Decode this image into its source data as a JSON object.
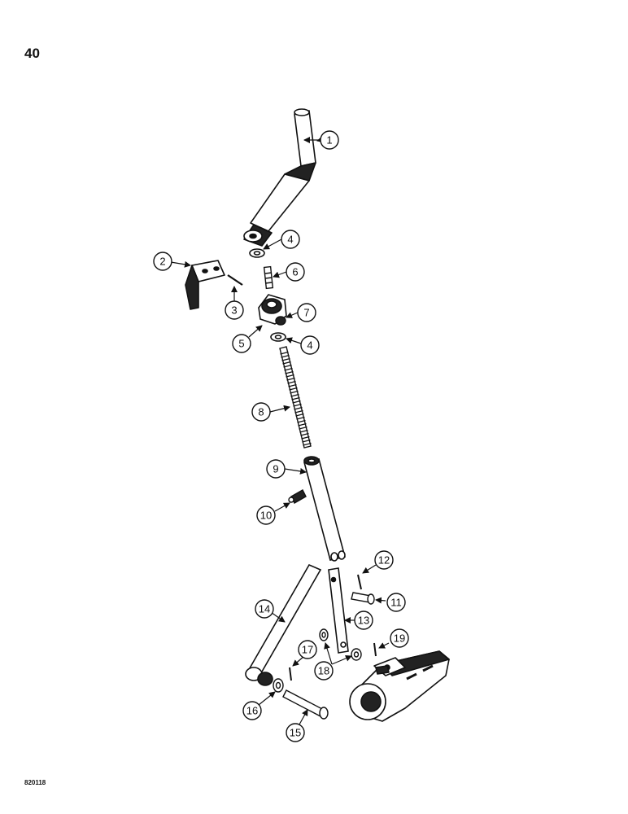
{
  "page_number": "40",
  "figure_code": "820118",
  "callouts": [
    {
      "id": "c1",
      "label": "1"
    },
    {
      "id": "c2",
      "label": "2"
    },
    {
      "id": "c3",
      "label": "3"
    },
    {
      "id": "c4a",
      "label": "4"
    },
    {
      "id": "c4b",
      "label": "4"
    },
    {
      "id": "c5",
      "label": "5"
    },
    {
      "id": "c6",
      "label": "6"
    },
    {
      "id": "c7",
      "label": "7"
    },
    {
      "id": "c8",
      "label": "8"
    },
    {
      "id": "c9",
      "label": "9"
    },
    {
      "id": "c10",
      "label": "10"
    },
    {
      "id": "c11",
      "label": "11"
    },
    {
      "id": "c12",
      "label": "12"
    },
    {
      "id": "c13",
      "label": "13"
    },
    {
      "id": "c14",
      "label": "14"
    },
    {
      "id": "c15",
      "label": "15"
    },
    {
      "id": "c16",
      "label": "16"
    },
    {
      "id": "c17",
      "label": "17"
    },
    {
      "id": "c18",
      "label": "18"
    },
    {
      "id": "c19",
      "label": "19"
    }
  ]
}
